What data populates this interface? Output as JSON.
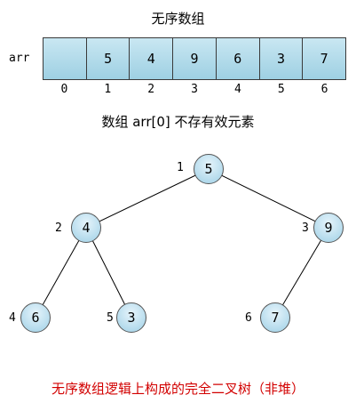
{
  "title": "无序数组",
  "array": {
    "label": "arr",
    "cells": [
      "",
      "5",
      "4",
      "9",
      "6",
      "3",
      "7"
    ],
    "indices": [
      "0",
      "1",
      "2",
      "3",
      "4",
      "5",
      "6"
    ]
  },
  "note": "数组 arr[0] 不存有效元素",
  "tree": {
    "nodes": [
      {
        "index": "1",
        "value": "5"
      },
      {
        "index": "2",
        "value": "4"
      },
      {
        "index": "3",
        "value": "9"
      },
      {
        "index": "4",
        "value": "6"
      },
      {
        "index": "5",
        "value": "3"
      },
      {
        "index": "6",
        "value": "7"
      }
    ]
  },
  "caption": "无序数组逻辑上构成的完全二叉树（非堆）",
  "colors": {
    "cell_fill": "#a8d6e8",
    "node_fill": "#b9e0f0",
    "caption": "#d20000"
  }
}
